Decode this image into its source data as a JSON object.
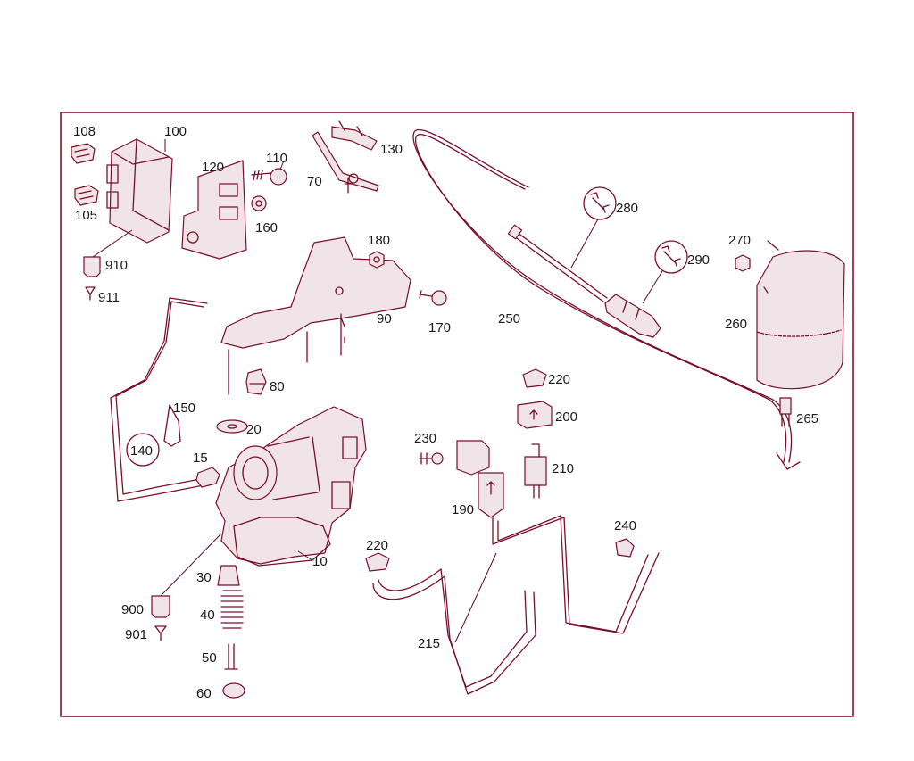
{
  "labels": {
    "l108": "108",
    "l100": "100",
    "l105": "105",
    "l910": "910",
    "l911": "911",
    "l120": "120",
    "l110": "110",
    "l160": "160",
    "l130": "130",
    "l70": "70",
    "l180": "180",
    "l170": "170",
    "l90": "90",
    "l80": "80",
    "l150": "150",
    "l140": "140",
    "l20": "20",
    "l15": "15",
    "l10": "10",
    "l30": "30",
    "l40": "40",
    "l50": "50",
    "l60": "60",
    "l900": "900",
    "l901": "901",
    "l250": "250",
    "l280": "280",
    "l290": "290",
    "l270": "270",
    "l260": "260",
    "l265": "265",
    "l220a": "220",
    "l200": "200",
    "l210": "210",
    "l230": "230",
    "l190": "190",
    "l220b": "220",
    "l215": "215",
    "l240": "240"
  },
  "colors": {
    "line": "#7a0e2a",
    "frame": "#8a1030",
    "text": "#1a1a1a"
  },
  "icons": {
    "wrench-280": "wrench-icon",
    "wrench-290": "wrench-icon"
  }
}
